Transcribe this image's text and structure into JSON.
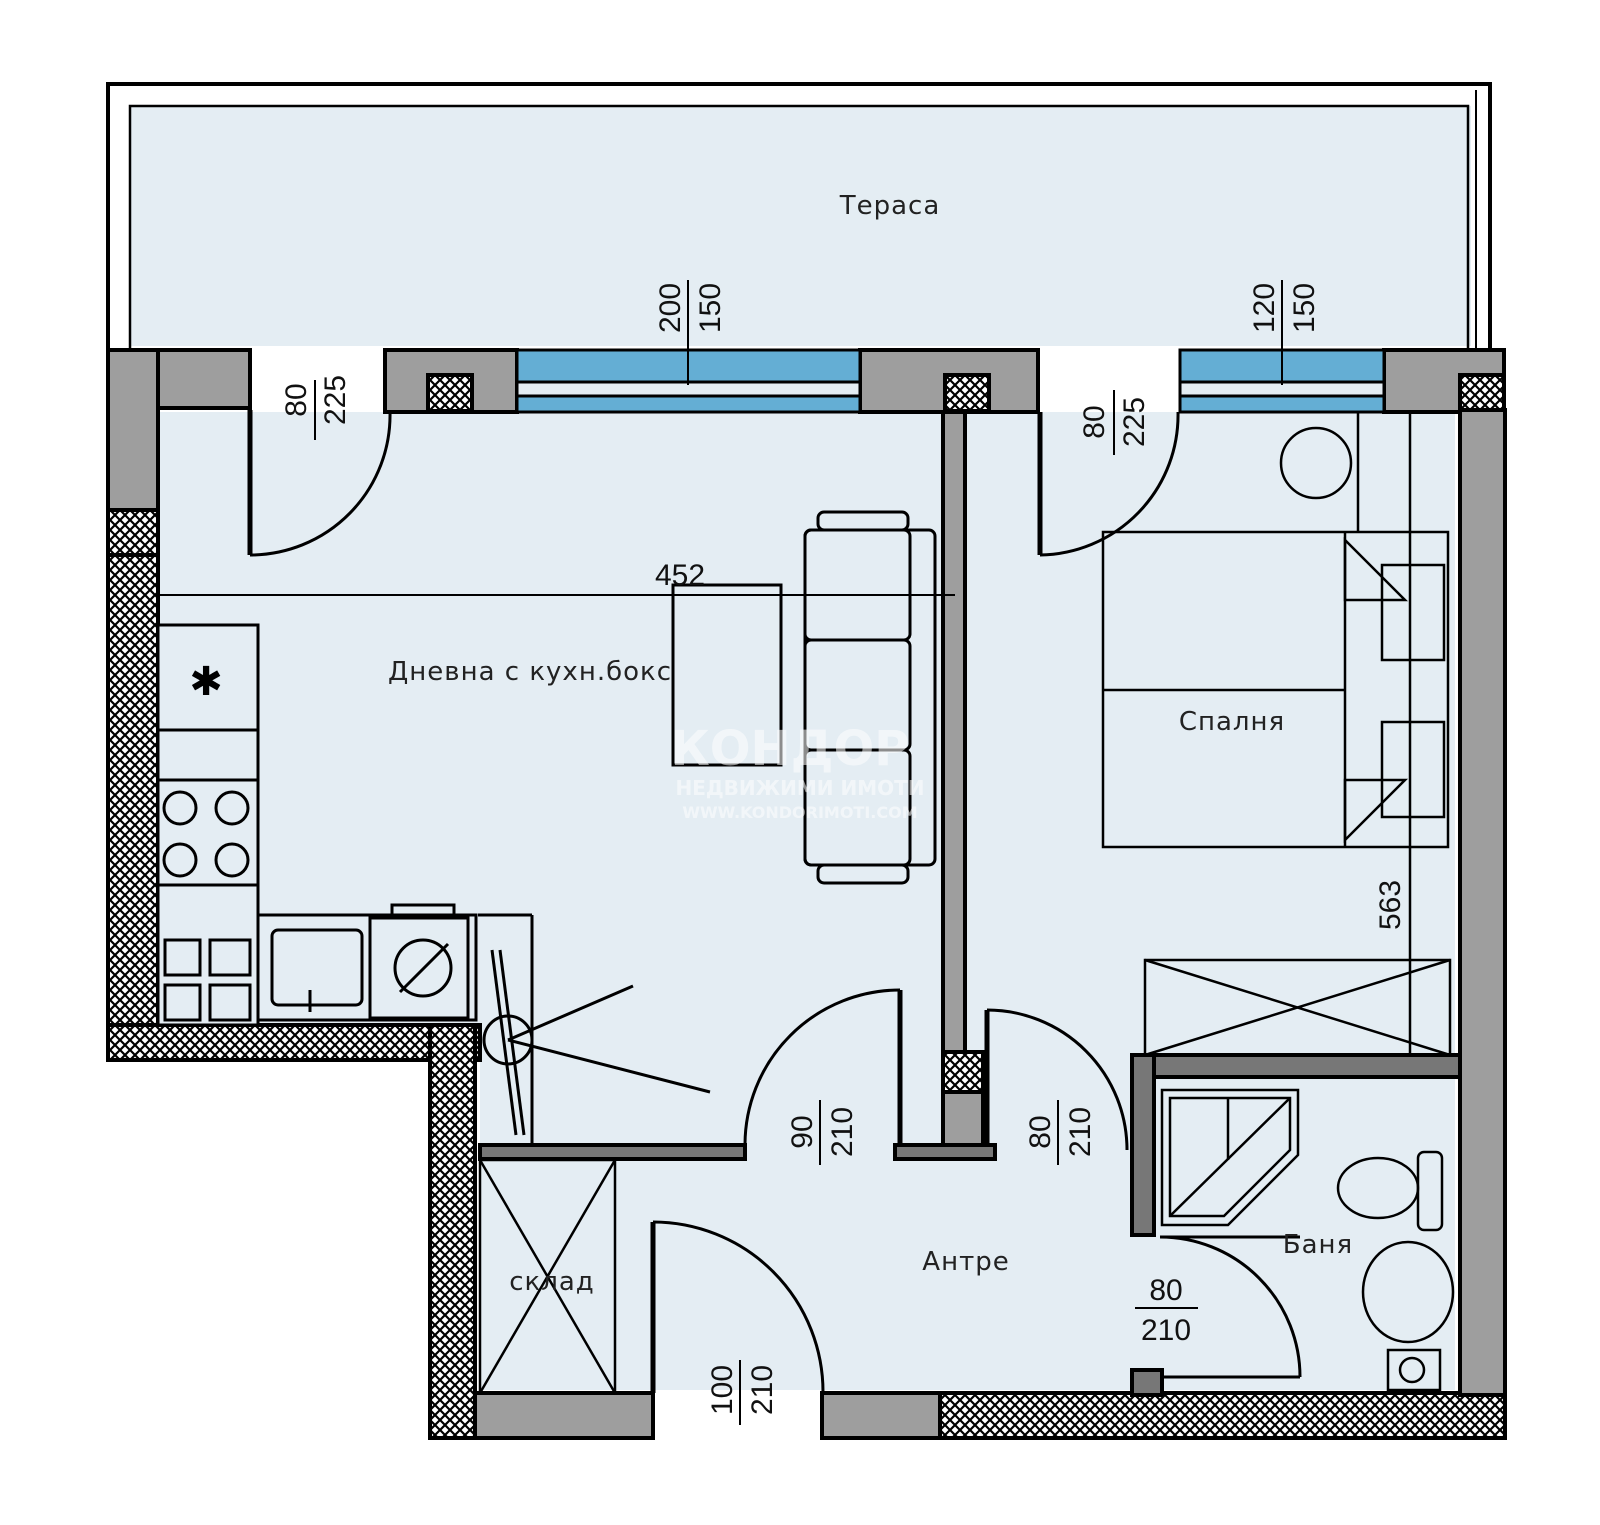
{
  "rooms": {
    "terrace": "Тераса",
    "living": "Дневна с кухн.бокс",
    "bedroom": "Спалня",
    "hall": "Антре",
    "storage": "склад",
    "bathroom": "Баня"
  },
  "dimensions": {
    "living_width": "452",
    "bedroom_length": "563",
    "window_living": {
      "top": "200",
      "bottom": "150"
    },
    "window_bedroom": {
      "top": "120",
      "bottom": "150"
    },
    "door_terrace_left": {
      "top": "80",
      "bottom": "225"
    },
    "door_terrace_right": {
      "top": "80",
      "bottom": "225"
    },
    "door_living": {
      "top": "90",
      "bottom": "210"
    },
    "door_bedroom": {
      "top": "80",
      "bottom": "210"
    },
    "door_bathroom": {
      "top": "80",
      "bottom": "210"
    },
    "door_entrance": {
      "top": "100",
      "bottom": "210"
    }
  },
  "watermark": {
    "brand": "КОНДОР",
    "tagline": "НЕДВИЖИМИ ИМОТИ",
    "url": "WWW.KONDORIMOTI.COM"
  },
  "colors": {
    "floor": "#e4edf3",
    "wall_gray": "#9e9e9e",
    "wall_outline": "#000000",
    "glass": "#64aed4"
  }
}
